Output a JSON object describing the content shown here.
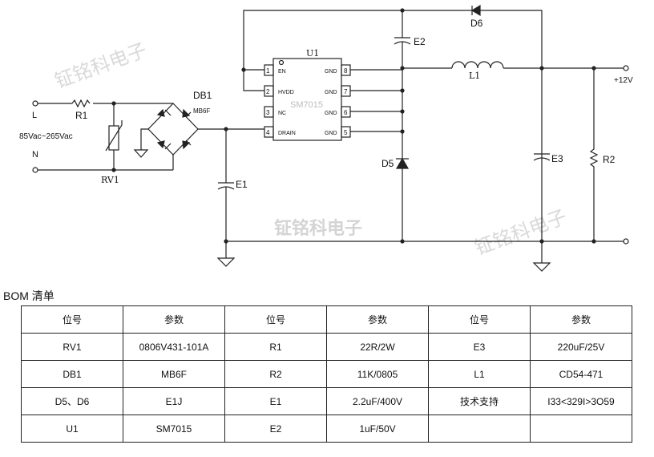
{
  "schematic": {
    "watermark_text": "钲铭科电子",
    "labels": {
      "L": "L",
      "N": "N",
      "R1": "R1",
      "RV1": "RV1",
      "input_range": "85Vac~265Vac",
      "DB1": "DB1",
      "DB1_part": "MB6F",
      "U1": "U1",
      "U1_part": "SM7015",
      "E1": "E1",
      "E2": "E2",
      "E3": "E3",
      "D5": "D5",
      "D6": "D6",
      "L1": "L1",
      "R2": "R2",
      "output": "+12V"
    },
    "ic_pins_left": [
      {
        "num": "1",
        "name": "EN"
      },
      {
        "num": "2",
        "name": "HVDD"
      },
      {
        "num": "3",
        "name": "NC"
      },
      {
        "num": "4",
        "name": "DRAIN"
      }
    ],
    "ic_pins_right": [
      {
        "num": "8",
        "name": "GND"
      },
      {
        "num": "7",
        "name": "GND"
      },
      {
        "num": "6",
        "name": "GND"
      },
      {
        "num": "5",
        "name": "GND"
      }
    ]
  },
  "bom": {
    "title": "BOM 清单",
    "headers": [
      "位号",
      "参数",
      "位号",
      "参数",
      "位号",
      "参数"
    ],
    "rows": [
      [
        "RV1",
        "0806V431-101A",
        "R1",
        "22R/2W",
        "E3",
        "220uF/25V"
      ],
      [
        "DB1",
        "MB6F",
        "R2",
        "11K/0805",
        "L1",
        "CD54-471"
      ],
      [
        "D5、D6",
        "E1J",
        "E1",
        "2.2uF/400V",
        "技术支持",
        "I33<329I>3O59"
      ],
      [
        "U1",
        "SM7015",
        "E2",
        "1uF/50V",
        "",
        ""
      ]
    ]
  }
}
